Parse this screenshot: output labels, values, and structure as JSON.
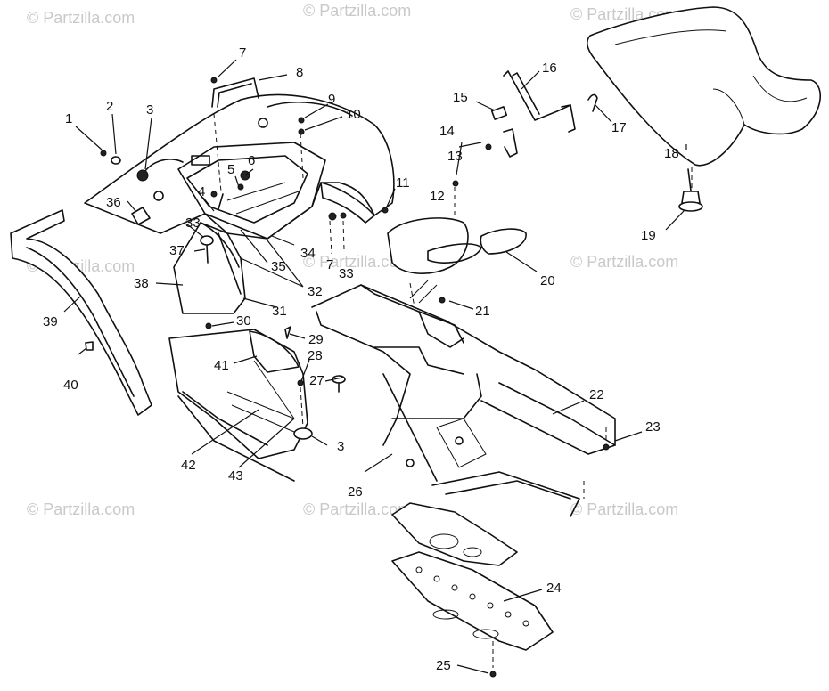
{
  "watermark": "© Partzilla.com",
  "callouts": [
    "1",
    "2",
    "3",
    "4",
    "5",
    "6",
    "7",
    "8",
    "9",
    "10",
    "11",
    "12",
    "13",
    "14",
    "15",
    "16",
    "17",
    "18",
    "19",
    "20",
    "21",
    "22",
    "23",
    "24",
    "25",
    "26",
    "27",
    "28",
    "29",
    "30",
    "31",
    "32",
    "33",
    "34",
    "35",
    "36",
    "37",
    "38",
    "39",
    "40",
    "41",
    "42",
    "43"
  ]
}
